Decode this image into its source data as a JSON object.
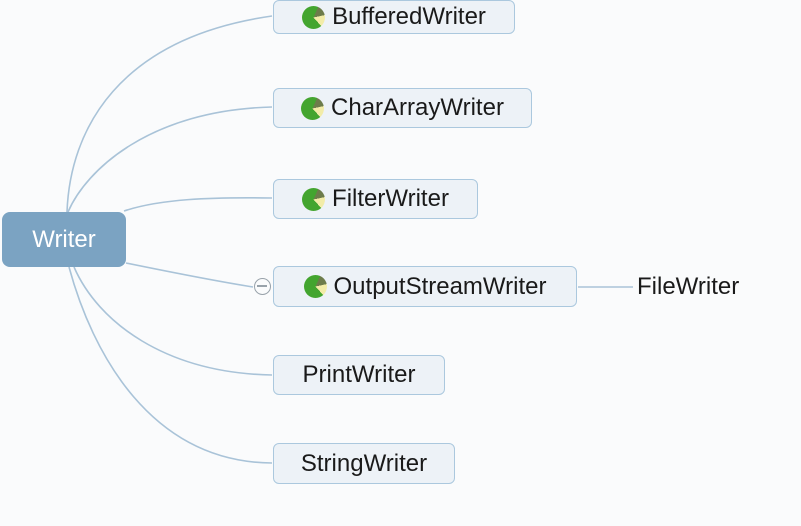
{
  "diagram": {
    "root": {
      "label": "Writer"
    },
    "nodes": [
      {
        "label": "BufferedWriter",
        "icon": "class-pie-icon"
      },
      {
        "label": "CharArrayWriter",
        "icon": "class-pie-icon"
      },
      {
        "label": "FilterWriter",
        "icon": "class-pie-icon"
      },
      {
        "label": "OutputStreamWriter",
        "icon": "class-pie-icon",
        "toggle": "collapse-minus"
      },
      {
        "label": "PrintWriter"
      },
      {
        "label": "StringWriter"
      }
    ],
    "grandchild": {
      "label": "FileWriter",
      "parent": "OutputStreamWriter"
    }
  },
  "colors": {
    "background": "#fafbfc",
    "root_fill": "#7ba3c2",
    "root_text": "#ffffff",
    "node_fill": "#edf2f7",
    "node_border": "#abc8de",
    "node_text": "#1a1a1a",
    "connector": "#a9c3d8",
    "toggle_gray": "#98a2aa",
    "icon_green": "#43a52f",
    "icon_olive": "#6d7c4b",
    "icon_wedge": "#f2eca8"
  }
}
